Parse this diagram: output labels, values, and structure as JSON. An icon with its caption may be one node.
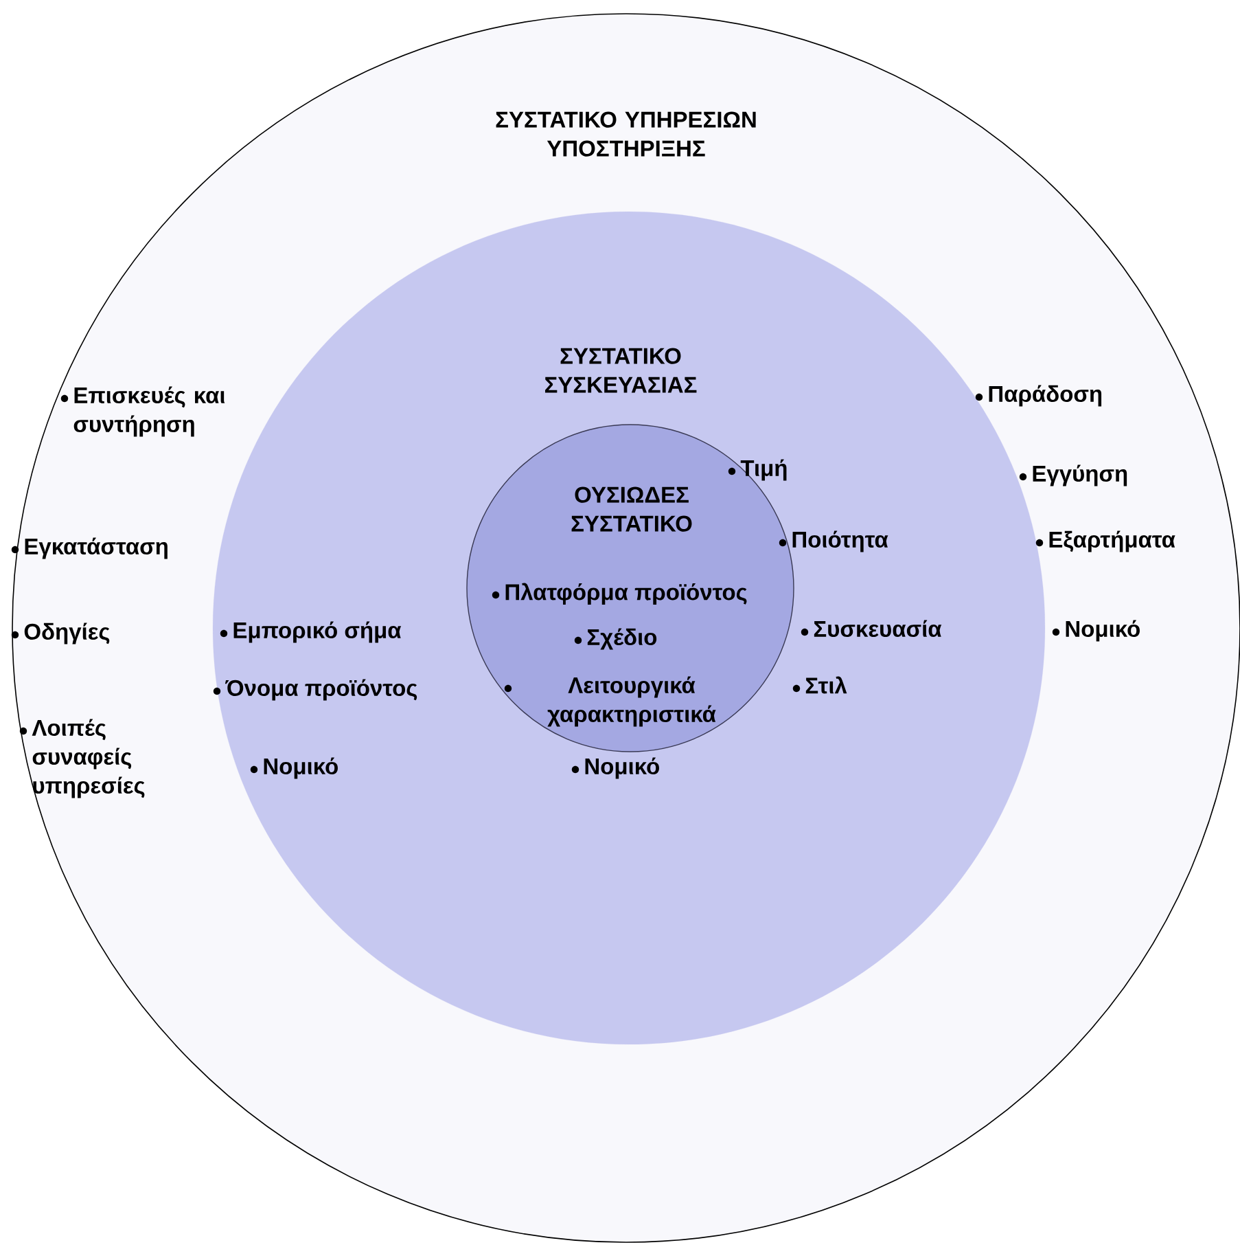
{
  "diagram": {
    "nodes": [
      {
        "text": [
          "ΣΥΣΤΑΤΙΚΟ ΥΠΗΡΕΣΙΩΝ ΥΠΟΣΤΗΡΙΞΗΣ",
          "Επισκευές και συντήρηση",
          "Εγκατάσταση",
          "Οδηγίες",
          "Λοιπές συναφείς υπηρεσίες",
          "Παράδοση",
          "Εγγύηση",
          "Εξαρτήματα",
          "Νομικό"
        ]
      },
      {
        "text": [
          "ΣΥΣΤΑΤΙΚΟ ΣΥΣΚΕΥΑΣΙΑΣ",
          "Εμπορικό σήμα",
          "Όνομα προϊόντος",
          "Νομικό",
          "Τιμή",
          "Ποιότητα",
          "Συσκευασία",
          "Στιλ"
        ],
        "in": 0
      },
      {
        "text": [
          "ΟΥΣΙΩΔΕΣ ΣΥΣΤΑΤΙΚΟ",
          "Πλατφόρμα προϊόντος",
          "Σχέδιο",
          "Λειτουργικά χαρακτηριστικά",
          "Νομικό"
        ],
        "in": 1
      }
    ]
  }
}
